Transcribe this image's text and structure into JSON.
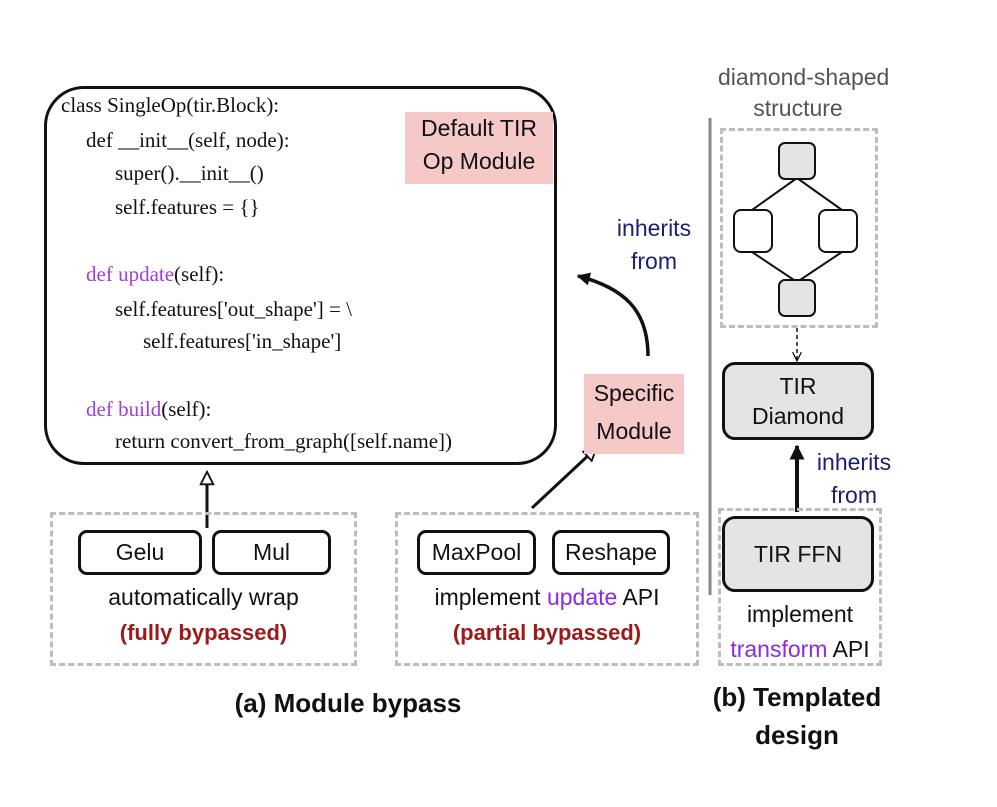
{
  "code": {
    "line1": "class SingleOp(tir.Block):",
    "line2": "def __init__(self, node):",
    "line3": "super().__init__()",
    "line4": "self.features = {}",
    "line5_kw": "def update",
    "line5_rest": "(self):",
    "line6": "self.features['out_shape'] = \\",
    "line7": "self.features['in_shape']",
    "line8_kw": "def build",
    "line8_rest": "(self):",
    "line9": "return convert_from_graph([self.name])"
  },
  "labels": {
    "default_tir_1": "Default TIR",
    "default_tir_2": "Op Module",
    "inherits_a_1": "inherits",
    "inherits_a_2": "from",
    "specific_1": "Specific",
    "specific_2": "Module",
    "gelu": "Gelu",
    "mul": "Mul",
    "auto_wrap": "automatically wrap",
    "fully": "(fully bypassed)",
    "maxpool": "MaxPool",
    "reshape": "Reshape",
    "impl_pre": "implement ",
    "impl_kw": "update",
    "impl_post": " API",
    "partial": "(partial bypassed)",
    "caption_a": "(a) Module bypass",
    "diamond_1": "diamond-shaped",
    "diamond_2": "structure",
    "tir_diamond_1": "TIR",
    "tir_diamond_2": "Diamond",
    "inherits_b_1": "inherits",
    "inherits_b_2": "from",
    "tir_ffn": "TIR FFN",
    "impl_b_1": "implement",
    "impl_b_kw": "transform",
    "impl_b_post": " API",
    "caption_b_1": "(b) Templated",
    "caption_b_2": "design"
  },
  "colors": {
    "keyword": "#9b3fe0",
    "navy_text": "#1b1f6e",
    "bypass_red": "#9a1b1b",
    "highlight_pink": "#f5c9c7",
    "node_gray": "#e4e4e4",
    "dashed_gray": "#bdbdbd"
  }
}
